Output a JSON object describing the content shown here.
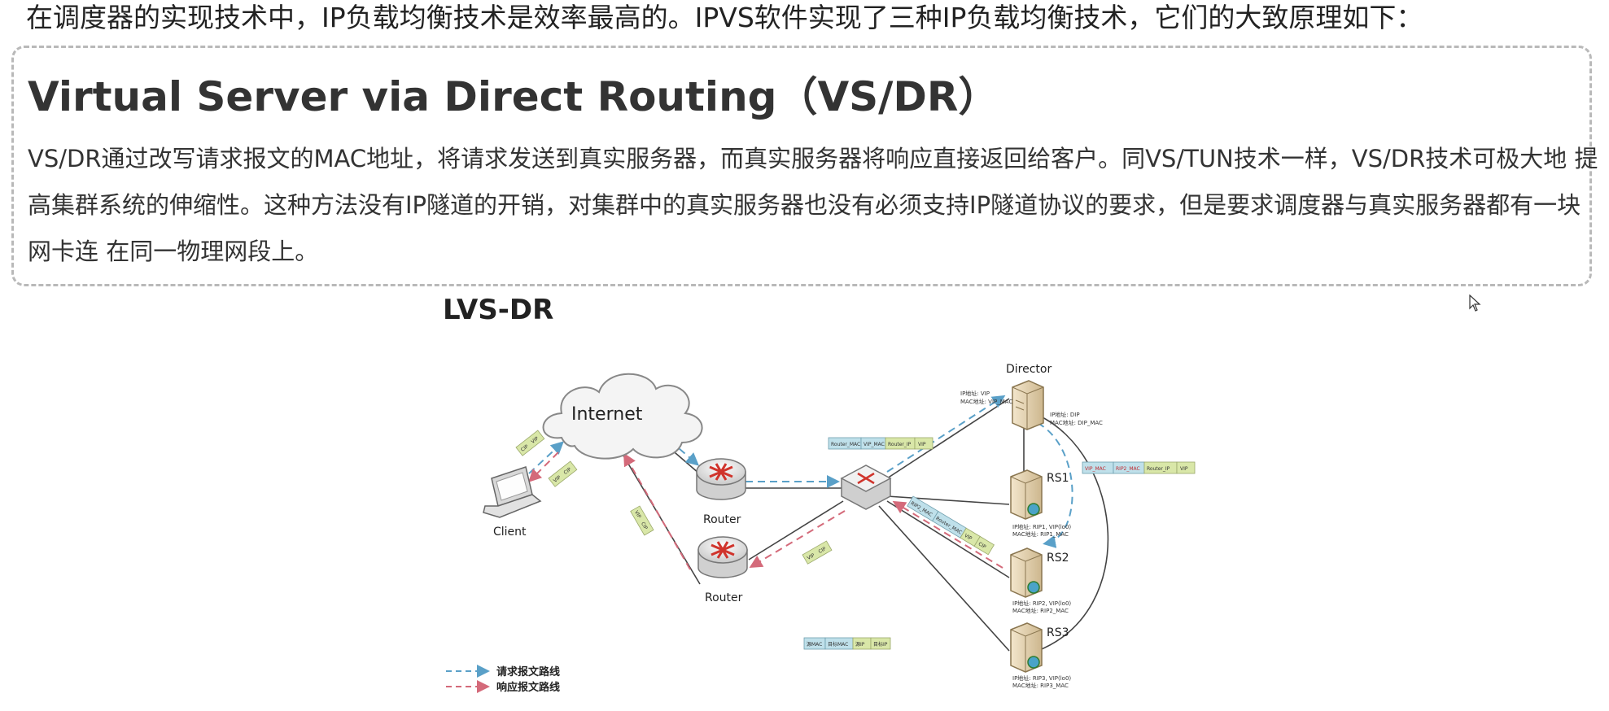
{
  "intro": "在调度器的实现技术中，IP负载均衡技术是效率最高的。IPVS软件实现了三种IP负载均衡技术，它们的大致原理如下：",
  "section": {
    "title": "Virtual Server via Direct Routing（VS/DR）",
    "body": "VS/DR通过改写请求报文的MAC地址，将请求发送到真实服务器，而真实服务器将响应直接返回给客户。同VS/TUN技术一样，VS/DR技术可极大地 提高集群系统的伸缩性。这种方法没有IP隧道的开销，对集群中的真实服务器也没有必须支持IP隧道协议的要求，但是要求调度器与真实服务器都有一块网卡连 在同一物理网段上。"
  },
  "diagram": {
    "title": "LVS-DR",
    "internet": "Internet",
    "client": "Client",
    "router_top": "Router",
    "router_bottom": "Router",
    "director": "Director",
    "director_vip": "IP地址: VIP",
    "director_vip_mac": "MAC地址: VIP_MAC",
    "director_dip": "IP地址: DIP",
    "director_dip_mac": "MAC地址: DIP_MAC",
    "rs1": "RS1",
    "rs1_ip": "IP地址: RIP1, VIP(lo0)",
    "rs1_mac": "MAC地址: RIP1_MAC",
    "rs2": "RS2",
    "rs2_ip": "IP地址: RIP2, VIP(lo0)",
    "rs2_mac": "MAC地址: RIP2_MAC",
    "rs3": "RS3",
    "rs3_ip": "IP地址: RIP3, VIP(lo0)",
    "rs3_mac": "MAC地址: RIP3_MAC",
    "packet_client_up": [
      "CIP",
      "VIP"
    ],
    "packet_client_down": [
      "VIP",
      "CIP"
    ],
    "packet_router_left": [
      "VIP",
      "CIP"
    ],
    "packet_switch_out": [
      "VIP",
      "CIP"
    ],
    "packet_director_in": [
      "Router_MAC",
      "VIP_MAC",
      "Router_IP",
      "VIP"
    ],
    "packet_rewritten": [
      "VIP_MAC",
      "RIP2_MAC",
      "Router_IP",
      "VIP"
    ],
    "packet_rs_reply": [
      "RIP2_MAC",
      "Router_MAC",
      "VIP",
      "CIP"
    ],
    "packet_legend": [
      "源MAC",
      "目标MAC",
      "源IP",
      "目标IP"
    ],
    "legend_request": "请求报文路线",
    "legend_response": "响应报文路线",
    "colors": {
      "request": "#5aa0c8",
      "response": "#d46a7a",
      "mac_fill": "#bfe0ea",
      "ip_fill": "#d9e7a8",
      "server_fill": "#e8d6b2"
    }
  }
}
